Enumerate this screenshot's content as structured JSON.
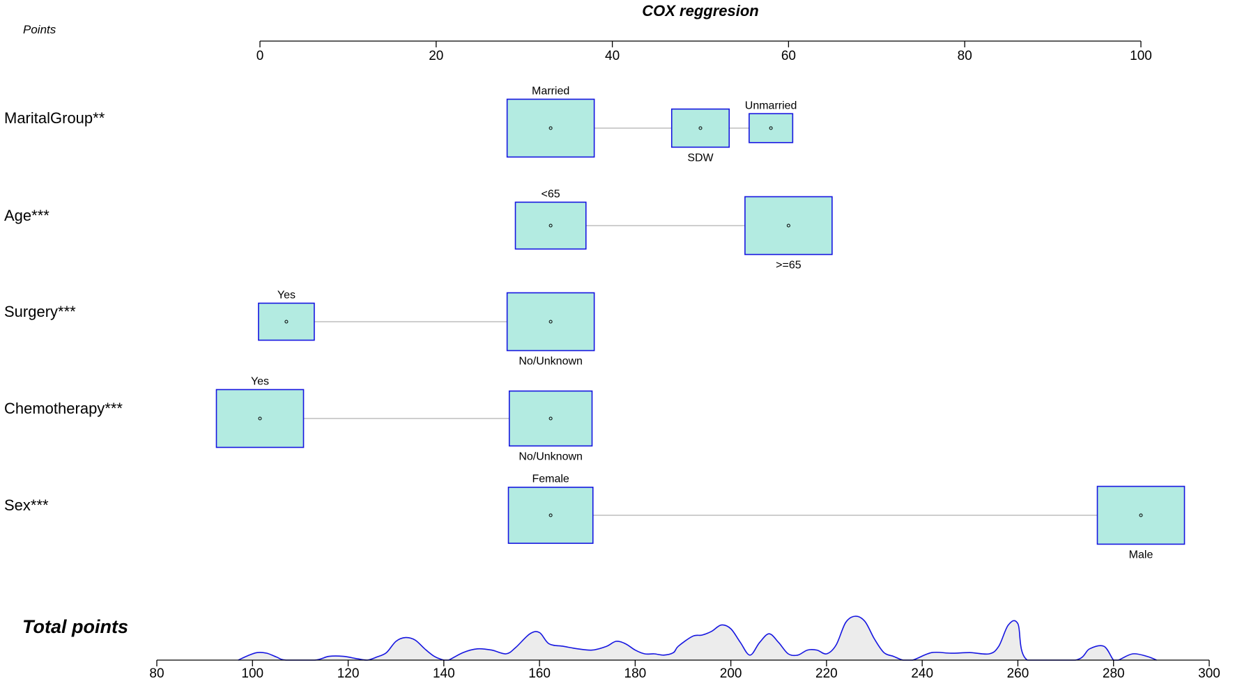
{
  "chart_data": {
    "type": "nomogram",
    "title": "COX reggresion",
    "points_axis": {
      "label": "Points",
      "range": [
        0,
        100
      ],
      "ticks": [
        0,
        20,
        40,
        60,
        80,
        100
      ]
    },
    "variables": [
      {
        "label": "MaritalGroup**",
        "categories": [
          {
            "name": "Married",
            "points": 33,
            "weight": 1.0,
            "label_pos": "above"
          },
          {
            "name": "SDW",
            "points": 50,
            "weight": 0.66,
            "label_pos": "below"
          },
          {
            "name": "Unmarried",
            "points": 58,
            "weight": 0.5,
            "label_pos": "above"
          }
        ]
      },
      {
        "label": "Age***",
        "categories": [
          {
            "name": "<65",
            "points": 33,
            "weight": 0.81,
            "label_pos": "above"
          },
          {
            "name": ">=65",
            "points": 60,
            "weight": 1.0,
            "label_pos": "below"
          }
        ]
      },
      {
        "label": "Surgery***",
        "categories": [
          {
            "name": "Yes",
            "points": 3,
            "weight": 0.64,
            "label_pos": "above"
          },
          {
            "name": "No/Unknown",
            "points": 33,
            "weight": 1.0,
            "label_pos": "below"
          }
        ]
      },
      {
        "label": "Chemotherapy***",
        "categories": [
          {
            "name": "Yes",
            "points": 0,
            "weight": 1.0,
            "label_pos": "above"
          },
          {
            "name": "No/Unknown",
            "points": 33,
            "weight": 0.95,
            "label_pos": "below"
          }
        ]
      },
      {
        "label": "Sex***",
        "categories": [
          {
            "name": "Female",
            "points": 33,
            "weight": 0.97,
            "label_pos": "above"
          },
          {
            "name": "Male",
            "points": 100,
            "weight": 1.0,
            "label_pos": "below"
          }
        ]
      }
    ],
    "total_points_axis": {
      "label": "Total points",
      "range": [
        80,
        300
      ],
      "ticks": [
        80,
        100,
        120,
        140,
        160,
        180,
        200,
        220,
        240,
        260,
        280,
        300
      ]
    },
    "total_points_density": {
      "x": [
        97,
        99,
        101,
        103,
        105,
        107,
        113,
        116,
        119,
        122,
        124,
        126,
        128,
        130,
        132,
        134,
        136,
        138,
        140,
        141,
        144,
        147,
        150,
        153,
        155,
        158,
        160,
        162,
        165,
        168,
        171,
        174,
        176,
        178,
        180,
        182,
        184,
        186,
        188,
        189,
        192,
        194,
        196,
        198,
        200,
        202,
        204,
        206,
        208,
        210,
        212,
        214,
        216,
        218,
        220,
        222,
        224,
        226,
        228,
        230,
        232,
        234,
        236,
        238,
        242,
        246,
        250,
        254,
        256,
        258,
        260,
        262,
        272,
        275,
        278,
        280,
        281,
        284,
        287,
        289
      ],
      "y": [
        0,
        0.07,
        0.12,
        0.11,
        0.05,
        0,
        0,
        0.06,
        0.06,
        0.02,
        0,
        0.05,
        0.12,
        0.3,
        0.36,
        0.32,
        0.18,
        0.06,
        0,
        0,
        0.12,
        0.18,
        0.16,
        0.1,
        0.2,
        0.42,
        0.44,
        0.26,
        0.22,
        0.18,
        0.16,
        0.22,
        0.3,
        0.26,
        0.16,
        0.1,
        0.1,
        0.08,
        0.12,
        0.22,
        0.38,
        0.4,
        0.46,
        0.56,
        0.5,
        0.28,
        0.08,
        0.28,
        0.42,
        0.28,
        0.1,
        0.08,
        0.16,
        0.16,
        0.1,
        0.24,
        0.6,
        0.7,
        0.62,
        0.34,
        0.12,
        0.06,
        0,
        0,
        0.12,
        0.11,
        0.12,
        0.1,
        0.22,
        0.56,
        0.58,
        0,
        0,
        0.18,
        0.22,
        0,
        0,
        0.1,
        0.06,
        0
      ]
    },
    "colors": {
      "box_fill": "#b3ebe1",
      "box_stroke": "#1515e0",
      "connector": "#bdbdbd",
      "density_fill": "#ececec",
      "density_stroke": "#1515e0"
    }
  }
}
